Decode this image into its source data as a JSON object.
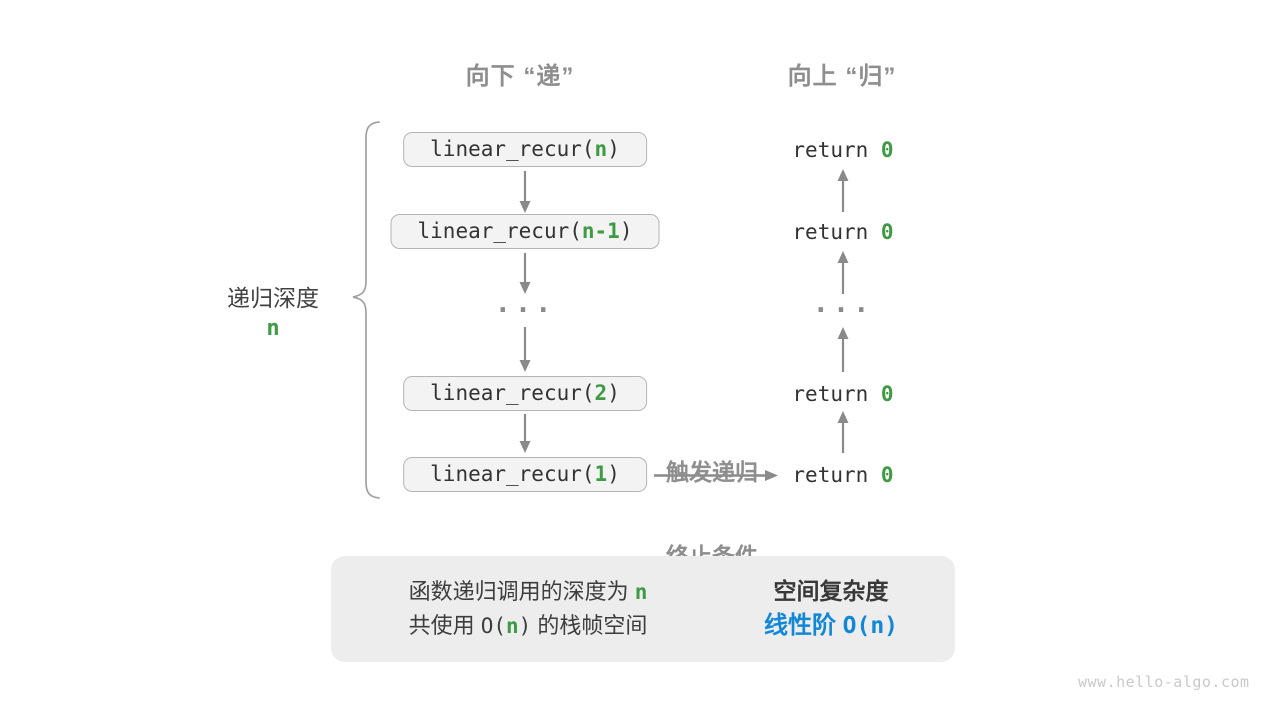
{
  "headers": {
    "down": "向下 “递”",
    "up": "向上 “归”"
  },
  "depth_label": {
    "text": "递归深度",
    "value": "n"
  },
  "call_stack": {
    "frames": [
      {
        "prefix": "linear_recur(",
        "arg": "n",
        "suffix": ")"
      },
      {
        "prefix": "linear_recur(",
        "arg": "n-1",
        "suffix": ")"
      },
      {
        "prefix": "linear_recur(",
        "arg": "2",
        "suffix": ")"
      },
      {
        "prefix": "linear_recur(",
        "arg": "1",
        "suffix": ")"
      }
    ],
    "ellipsis": "..."
  },
  "returns": {
    "rows": [
      {
        "keyword": "return ",
        "value": "0"
      },
      {
        "keyword": "return ",
        "value": "0"
      },
      {
        "keyword": "return ",
        "value": "0"
      },
      {
        "keyword": "return ",
        "value": "0"
      }
    ],
    "ellipsis": "..."
  },
  "trigger_label": {
    "line1": "触发递归",
    "line2": "终止条件"
  },
  "summary": {
    "left": {
      "line1_text": "函数递归调用的深度为 ",
      "line1_value": "n",
      "line2_pre": "共使用 ",
      "line2_code_open": "O(",
      "line2_value": "n",
      "line2_code_close": ")",
      "line2_post": " 的栈帧空间"
    },
    "right": {
      "title": "空间复杂度",
      "result_text": "线性阶 ",
      "result_code": "O(n)"
    }
  },
  "watermark": "www.hello-algo.com",
  "colors": {
    "green": "#3E9A43",
    "blue": "#1287D8",
    "gray_label": "#8E8E8E",
    "code_text": "#333333",
    "box_fill": "#F3F3F3",
    "box_border": "#B5B5B5",
    "panel_bg": "#EDEDED",
    "arrow": "#8A8A8A",
    "block_arrow": "#C6C6C6"
  }
}
